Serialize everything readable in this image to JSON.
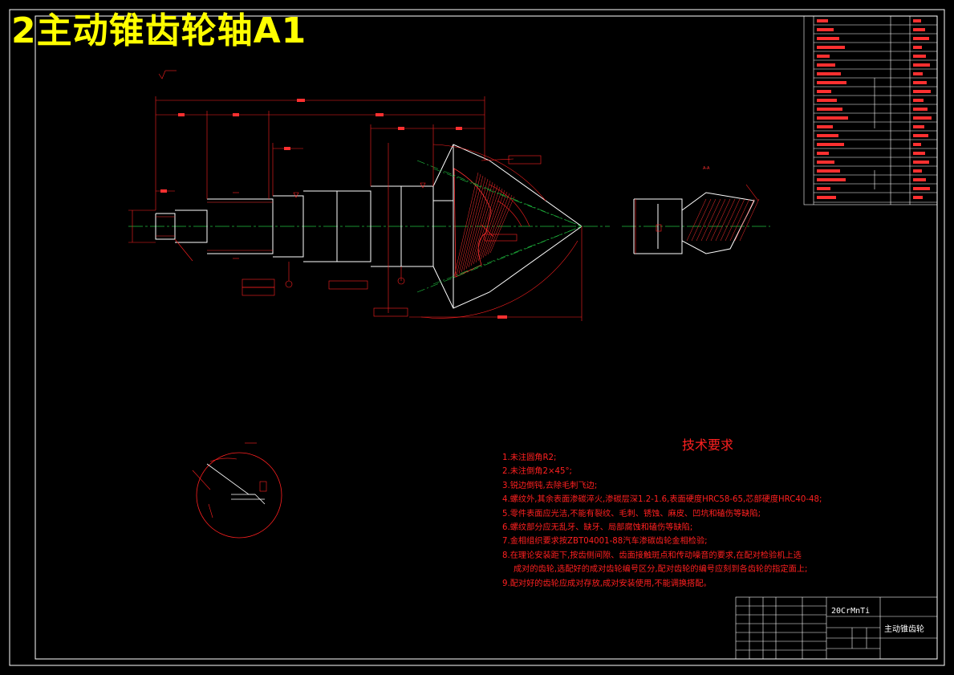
{
  "drawing": {
    "title": "2主动锥齿轮轴A1"
  },
  "technical_requirements": {
    "heading": "技术要求",
    "items": [
      "1.未注圆角R2;",
      "2.未注倒角2×45°;",
      "3.锐边倒钝,去除毛刺飞边;",
      "4.螺纹外,其余表面渗碳淬火,渗碳层深1.2-1.6,表面硬度HRC58-65,芯部硬度HRC40-48;",
      "5.零件表面应光洁,不能有裂纹、毛刺、锈蚀、麻皮、凹坑和磕伤等缺陷;",
      "6.螺纹部分应无乱牙、缺牙、局部腐蚀和磕伤等缺陷;",
      "7.金相组织要求按ZBT04001-88汽车渗碳齿轮金相检验;",
      "8.在理论安装距下,按齿侧间隙、齿面接触斑点和传动噪音的要求,在配对检验机上选",
      "成对的齿轮,选配好的成对齿轮编号区分,配对齿轮的编号应刻到各齿轮的指定面上;",
      "9.配对好的齿轮应成对存放,成对安装使用,不能调换搭配。"
    ]
  },
  "title_block": {
    "material": "20CrMnTi",
    "part_name": "主动锥齿轮"
  },
  "section_label": "A-A",
  "colors": {
    "background": "#000000",
    "frame": "#ffffff",
    "drawing": "#ffffff",
    "dimension": "#ff2020",
    "centerline": "#20c040",
    "hatch": "#ff2020",
    "title": "#ffff00"
  }
}
